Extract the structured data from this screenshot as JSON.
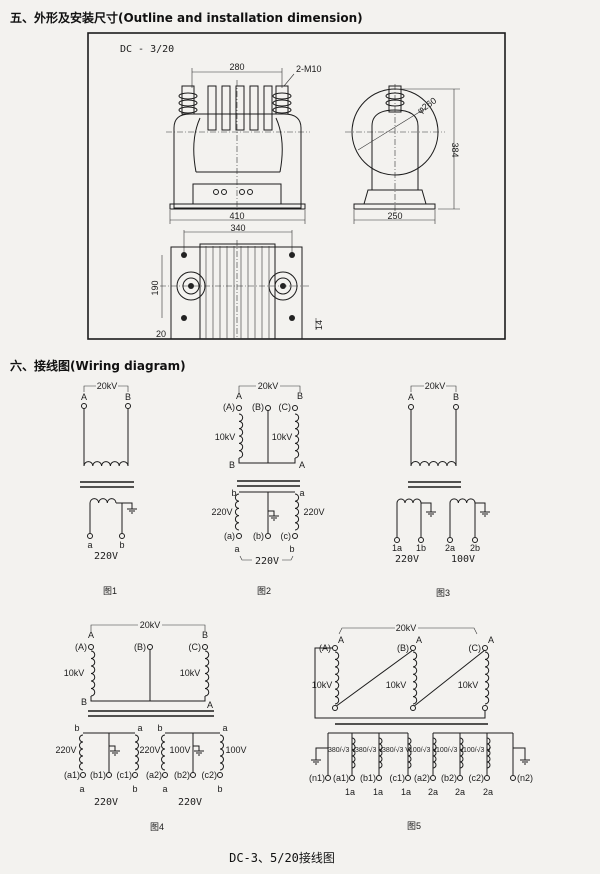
{
  "section5": {
    "title": "五、外形及安装尺寸(Outline and installation dimension)",
    "model": "DC - 3/20",
    "dims": {
      "w280": "280",
      "bolt": "2-M10",
      "w410": "410",
      "w250": "250",
      "h384": "384",
      "dia": "φ260",
      "w340": "340",
      "d190": "190",
      "d14": "14",
      "d20": "20"
    }
  },
  "section6": {
    "title": "六、接线图(Wiring diagram)",
    "fig1": {
      "hv": "20kV",
      "A": "A",
      "B": "B",
      "a": "a",
      "b": "b",
      "lv": "220V",
      "caption": "图1"
    },
    "fig2": {
      "hv": "20kV",
      "A": "A",
      "B": "B",
      "tA": "(A)",
      "tB": "(B)",
      "tC": "(C)",
      "kv1": "10kV",
      "kv2": "10kV",
      "Bb": "B",
      "Ab": "A",
      "b": "b",
      "a": "a",
      "v1": "220V",
      "v2": "220V",
      "ta": "(a)",
      "tb": "(b)",
      "tc": "(c)",
      "a2": "a",
      "b2": "b",
      "lv": "220V",
      "caption": "图2"
    },
    "fig3": {
      "hv": "20kV",
      "A": "A",
      "B": "B",
      "t1a": "1a",
      "t1b": "1b",
      "t2a": "2a",
      "t2b": "2b",
      "v1": "220V",
      "v2": "100V",
      "caption": "图3"
    },
    "fig4": {
      "hv": "20kV",
      "A": "A",
      "tA": "(A)",
      "tB": "(B)",
      "tC": "(C)",
      "B": "B",
      "kv1": "10kV",
      "kv2": "10kV",
      "Bb": "B",
      "Ab": "A",
      "b1": "b",
      "a1": "a",
      "b2": "b",
      "a2": "a",
      "v1": "220V",
      "v2": "220V",
      "v3": "100V",
      "v4": "100V",
      "terms": [
        "(a1)",
        "(b1)",
        "(c1)",
        "(a2)",
        "(b2)",
        "(c2)"
      ],
      "la": "a",
      "lb": "b",
      "la2": "a",
      "lb2": "b",
      "lv1": "220V",
      "lv2": "220V",
      "caption": "图4"
    },
    "fig5": {
      "hv": "20kV",
      "tA": "(A)",
      "tB": "(B)",
      "tC": "(C)",
      "A1": "A",
      "A2": "A",
      "A3": "A",
      "kv1": "10kV",
      "kv2": "10kV",
      "kv3": "10kV",
      "ratios": [
        "380/√3 V",
        "380/√3 V",
        "380/√3 V",
        "100/√3 V",
        "100/√3 V",
        "100/√3 V"
      ],
      "terms": [
        "(n1)",
        "(a1)",
        "(b1)",
        "(c1)",
        "(a2)",
        "(b2)",
        "(c2)",
        "(n2)"
      ],
      "groups": [
        "1a",
        "1a",
        "1a",
        "2a",
        "2a",
        "2a"
      ],
      "caption": "图5"
    }
  },
  "footer": "DC-3、5/20接线图"
}
